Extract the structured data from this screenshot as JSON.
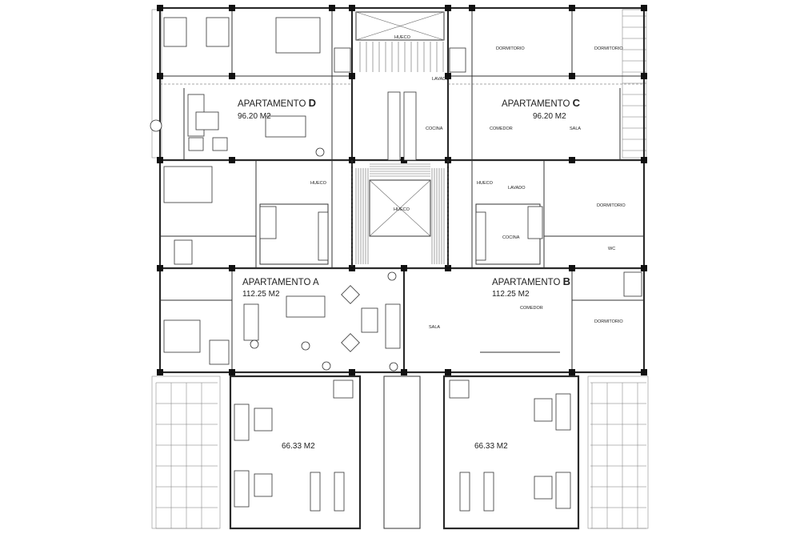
{
  "apartments": {
    "D": {
      "title": "APARTAMENTO",
      "letter": "D",
      "area": "96.20 M2"
    },
    "C": {
      "title": "APARTAMENTO",
      "letter": "C",
      "area": "96.20 M2"
    },
    "A": {
      "title": "APARTAMENTO A",
      "area": "112.25 M2"
    },
    "B": {
      "title": "APARTAMENTO",
      "letter": "B",
      "area": "112.25 M2"
    }
  },
  "terraces": {
    "left_area": "66.33 M2",
    "right_area": "66.33 M2"
  },
  "rooms": {
    "hueco_top": "HUECO",
    "lavado_top": "LAVADO",
    "dormitorio_top_1": "DORMITORIO",
    "dormitorio_top_2": "DORMITORIO",
    "cocina_c": "COCINA",
    "comedor_c": "COMEDOR",
    "sala_c": "SALA",
    "hueco_small_left": "HUECO",
    "hueco_center": "HUECO",
    "hueco_small_right": "HUECO",
    "lavado_mid": "LAVADO",
    "cocina_b": "COCINA",
    "dormitorio_mid": "DORMITORIO",
    "wc_b": "WC",
    "sala_b": "SALA",
    "comedor_b": "COMEDOR",
    "dormitorio_b": "DORMITORIO"
  }
}
